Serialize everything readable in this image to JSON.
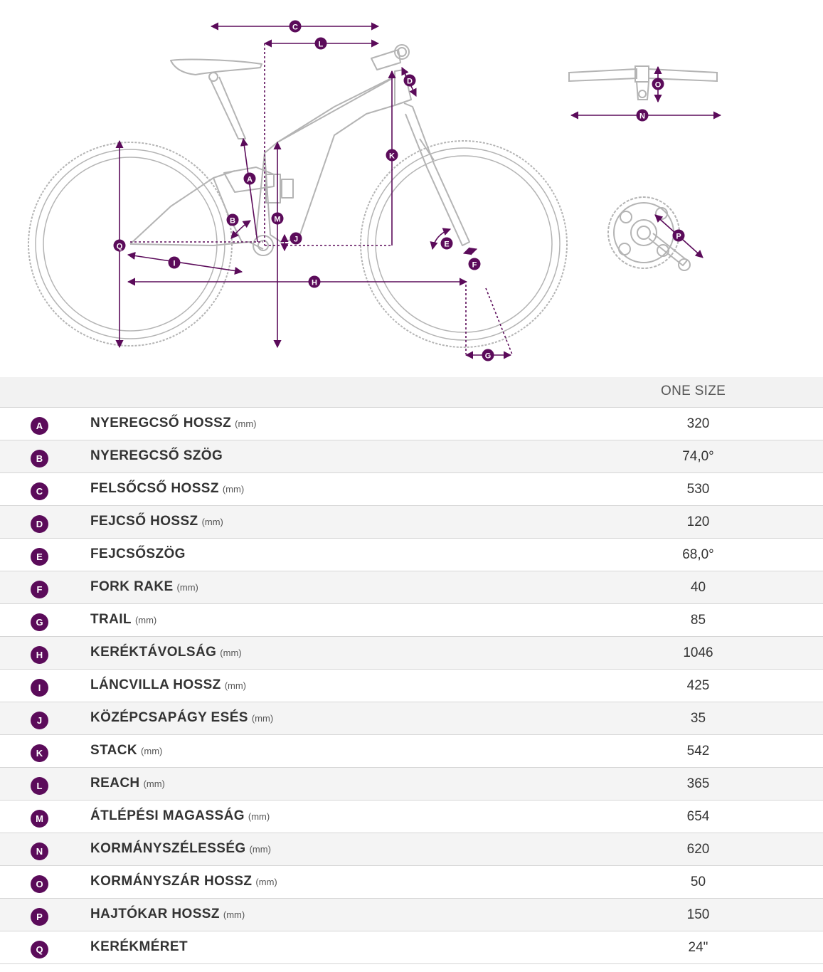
{
  "table": {
    "column_header": "ONE SIZE",
    "rows": [
      {
        "letter": "A",
        "name": "NYEREGCSŐ HOSSZ",
        "unit": "(mm)",
        "value": "320"
      },
      {
        "letter": "B",
        "name": "NYEREGCSŐ SZÖG",
        "unit": "",
        "value": "74,0°"
      },
      {
        "letter": "C",
        "name": "FELSŐCSŐ HOSSZ",
        "unit": "(mm)",
        "value": "530"
      },
      {
        "letter": "D",
        "name": "FEJCSŐ HOSSZ",
        "unit": "(mm)",
        "value": "120"
      },
      {
        "letter": "E",
        "name": "FEJCSŐSZÖG",
        "unit": "",
        "value": "68,0°"
      },
      {
        "letter": "F",
        "name": "FORK RAKE",
        "unit": "(mm)",
        "value": "40"
      },
      {
        "letter": "G",
        "name": "TRAIL",
        "unit": "(mm)",
        "value": "85"
      },
      {
        "letter": "H",
        "name": "KERÉKTÁVOLSÁG",
        "unit": "(mm)",
        "value": "1046"
      },
      {
        "letter": "I",
        "name": "LÁNCVILLA HOSSZ",
        "unit": "(mm)",
        "value": "425"
      },
      {
        "letter": "J",
        "name": "KÖZÉPCSAPÁGY ESÉS",
        "unit": "(mm)",
        "value": "35"
      },
      {
        "letter": "K",
        "name": "STACK",
        "unit": "(mm)",
        "value": "542"
      },
      {
        "letter": "L",
        "name": "REACH",
        "unit": "(mm)",
        "value": "365"
      },
      {
        "letter": "M",
        "name": "ÁTLÉPÉSI MAGASSÁG",
        "unit": "(mm)",
        "value": "654"
      },
      {
        "letter": "N",
        "name": "KORMÁNYSZÉLESSÉG",
        "unit": "(mm)",
        "value": "620"
      },
      {
        "letter": "O",
        "name": "KORMÁNYSZÁR HOSSZ",
        "unit": "(mm)",
        "value": "50"
      },
      {
        "letter": "P",
        "name": "HAJTÓKAR HOSSZ",
        "unit": "(mm)",
        "value": "150"
      },
      {
        "letter": "Q",
        "name": "KERÉKMÉRET",
        "unit": "",
        "value": "24\""
      }
    ]
  },
  "diagram": {
    "accent_color": "#5b0b5a",
    "line_color": "#b4b4b4",
    "labels": [
      "A",
      "B",
      "C",
      "D",
      "E",
      "F",
      "G",
      "H",
      "I",
      "J",
      "K",
      "L",
      "M",
      "N",
      "O",
      "P",
      "Q"
    ]
  }
}
